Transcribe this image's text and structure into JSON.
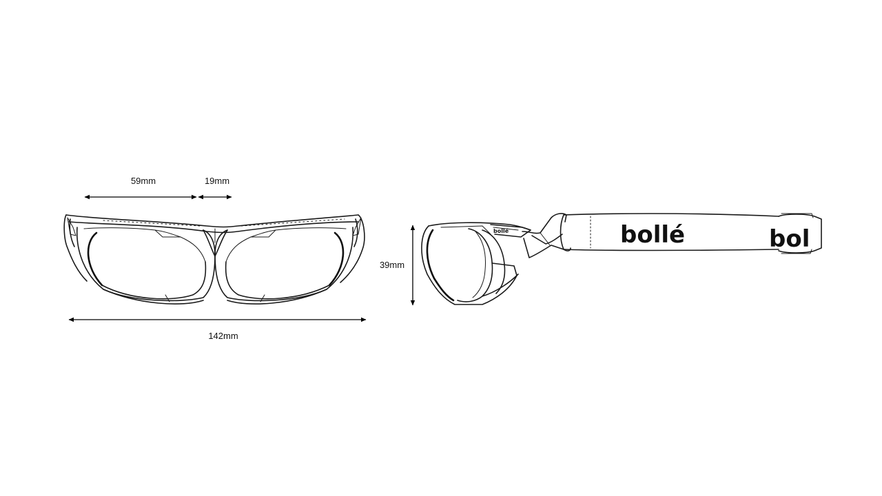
{
  "dimensions": {
    "lens_width": "59mm",
    "bridge_width": "19mm",
    "total_width": "142mm",
    "lens_height": "39mm"
  },
  "strap": {
    "logo_text": "bollé",
    "logo_text_partial": "bol"
  },
  "colors": {
    "line": "#1a1a1a",
    "background": "#ffffff"
  }
}
